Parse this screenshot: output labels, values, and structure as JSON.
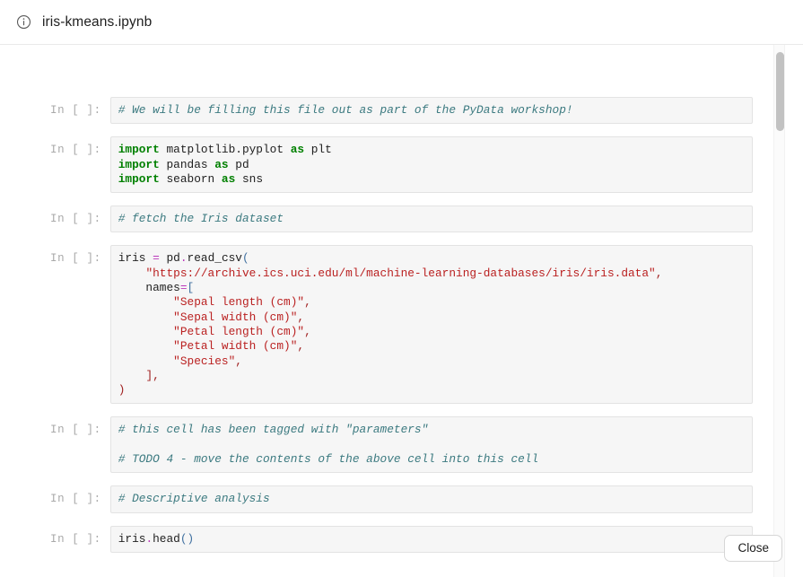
{
  "header": {
    "icon": "info-circle-icon",
    "title": "iris-kmeans.ipynb"
  },
  "footer": {
    "close_label": "Close"
  },
  "colors": {
    "comment": "#3c7a80",
    "keyword": "#008000",
    "string": "#ba2121",
    "operator": "#bb39bb",
    "punctuation": "#4070a0",
    "cell_background": "#f6f6f6",
    "cell_border": "#e3e3e3",
    "prompt_text": "#a9a9a9",
    "scrollbar_thumb": "#c2c2c2"
  },
  "notebook": {
    "prompt_label": "In [ ]:",
    "cells": [
      {
        "name": "cell-intro-comment",
        "prompt": "In [ ]:",
        "lines": [
          [
            {
              "t": "# We will be filling this file out as part of the PyData workshop!",
              "c": "c"
            }
          ]
        ]
      },
      {
        "name": "cell-imports",
        "prompt": "In [ ]:",
        "lines": [
          [
            {
              "t": "import",
              "c": "k"
            },
            {
              "t": " matplotlib.pyplot ",
              "c": "n"
            },
            {
              "t": "as",
              "c": "k"
            },
            {
              "t": " plt",
              "c": "n"
            }
          ],
          [
            {
              "t": "import",
              "c": "k"
            },
            {
              "t": " pandas ",
              "c": "n"
            },
            {
              "t": "as",
              "c": "k"
            },
            {
              "t": " pd",
              "c": "n"
            }
          ],
          [
            {
              "t": "import",
              "c": "k"
            },
            {
              "t": " seaborn ",
              "c": "n"
            },
            {
              "t": "as",
              "c": "k"
            },
            {
              "t": " sns",
              "c": "n"
            }
          ]
        ]
      },
      {
        "name": "cell-fetch-comment",
        "prompt": "In [ ]:",
        "lines": [
          [
            {
              "t": "# fetch the Iris dataset",
              "c": "c"
            }
          ]
        ]
      },
      {
        "name": "cell-read-csv",
        "prompt": "In [ ]:",
        "lines": [
          [
            {
              "t": "iris ",
              "c": "n"
            },
            {
              "t": "=",
              "c": "o"
            },
            {
              "t": " pd",
              "c": "n"
            },
            {
              "t": ".",
              "c": "o"
            },
            {
              "t": "read_csv",
              "c": "n"
            },
            {
              "t": "(",
              "c": "p"
            }
          ],
          [
            {
              "t": "    ",
              "c": "n"
            },
            {
              "t": "\"https://archive.ics.uci.edu/ml/machine-learning-databases/iris/iris.data\"",
              "c": "s"
            },
            {
              "t": ",",
              "c": "b"
            }
          ],
          [
            {
              "t": "    names",
              "c": "n"
            },
            {
              "t": "=",
              "c": "o"
            },
            {
              "t": "[",
              "c": "p"
            }
          ],
          [
            {
              "t": "        ",
              "c": "n"
            },
            {
              "t": "\"Sepal length (cm)\"",
              "c": "s"
            },
            {
              "t": ",",
              "c": "b"
            }
          ],
          [
            {
              "t": "        ",
              "c": "n"
            },
            {
              "t": "\"Sepal width (cm)\"",
              "c": "s"
            },
            {
              "t": ",",
              "c": "b"
            }
          ],
          [
            {
              "t": "        ",
              "c": "n"
            },
            {
              "t": "\"Petal length (cm)\"",
              "c": "s"
            },
            {
              "t": ",",
              "c": "b"
            }
          ],
          [
            {
              "t": "        ",
              "c": "n"
            },
            {
              "t": "\"Petal width (cm)\"",
              "c": "s"
            },
            {
              "t": ",",
              "c": "b"
            }
          ],
          [
            {
              "t": "        ",
              "c": "n"
            },
            {
              "t": "\"Species\"",
              "c": "s"
            },
            {
              "t": ",",
              "c": "b"
            }
          ],
          [
            {
              "t": "    ",
              "c": "n"
            },
            {
              "t": "],",
              "c": "b"
            }
          ],
          [
            {
              "t": ")",
              "c": "b"
            }
          ]
        ]
      },
      {
        "name": "cell-parameters-tagged",
        "prompt": "In [ ]:",
        "lines": [
          [
            {
              "t": "# this cell has been tagged with \"parameters\"",
              "c": "c"
            }
          ],
          [
            {
              "t": "",
              "c": "n"
            }
          ],
          [
            {
              "t": "# TODO 4 - move the contents of the above cell into this cell",
              "c": "c"
            }
          ]
        ]
      },
      {
        "name": "cell-descriptive-analysis-comment",
        "prompt": "In [ ]:",
        "lines": [
          [
            {
              "t": "# Descriptive analysis",
              "c": "c"
            }
          ]
        ]
      },
      {
        "name": "cell-iris-head",
        "prompt": "In [ ]:",
        "lines": [
          [
            {
              "t": "iris",
              "c": "n"
            },
            {
              "t": ".",
              "c": "o"
            },
            {
              "t": "head",
              "c": "n"
            },
            {
              "t": "()",
              "c": "p"
            }
          ]
        ]
      }
    ]
  }
}
